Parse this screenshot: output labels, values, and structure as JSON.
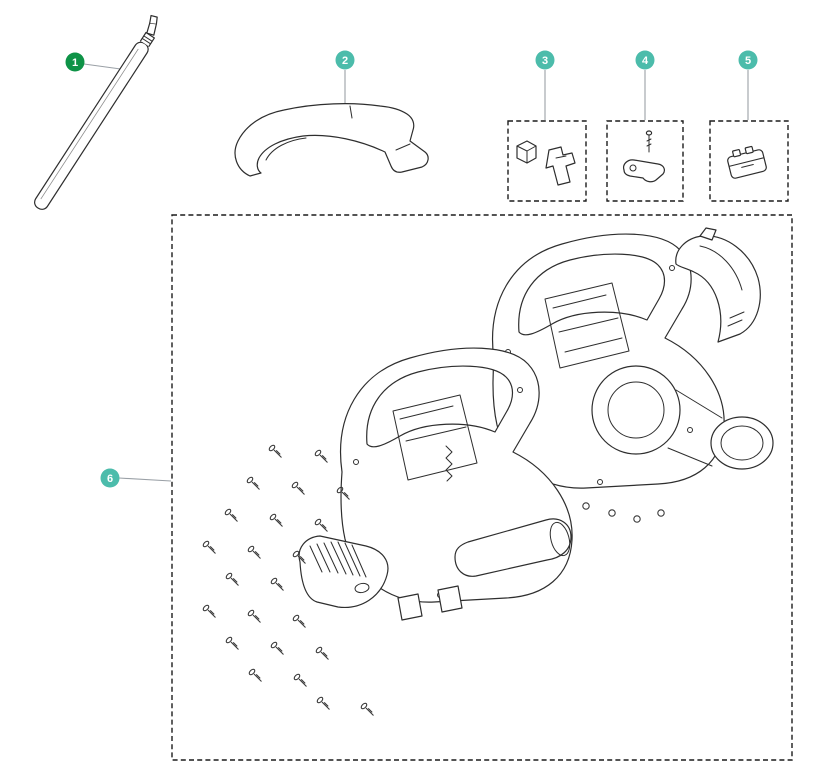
{
  "diagram": {
    "type": "exploded-parts-diagram",
    "background_color": "#ffffff",
    "line_color": "#2e2e2e",
    "leader_line_color": "#9aa0a6",
    "box_border_color": "#1c1c1c",
    "callouts": [
      {
        "label": "1",
        "color": "#0e9347"
      },
      {
        "label": "2",
        "color": "#4cbcab"
      },
      {
        "label": "3",
        "color": "#4cbcab"
      },
      {
        "label": "4",
        "color": "#4cbcab"
      },
      {
        "label": "5",
        "color": "#4cbcab"
      },
      {
        "label": "6",
        "color": "#4cbcab"
      }
    ]
  }
}
